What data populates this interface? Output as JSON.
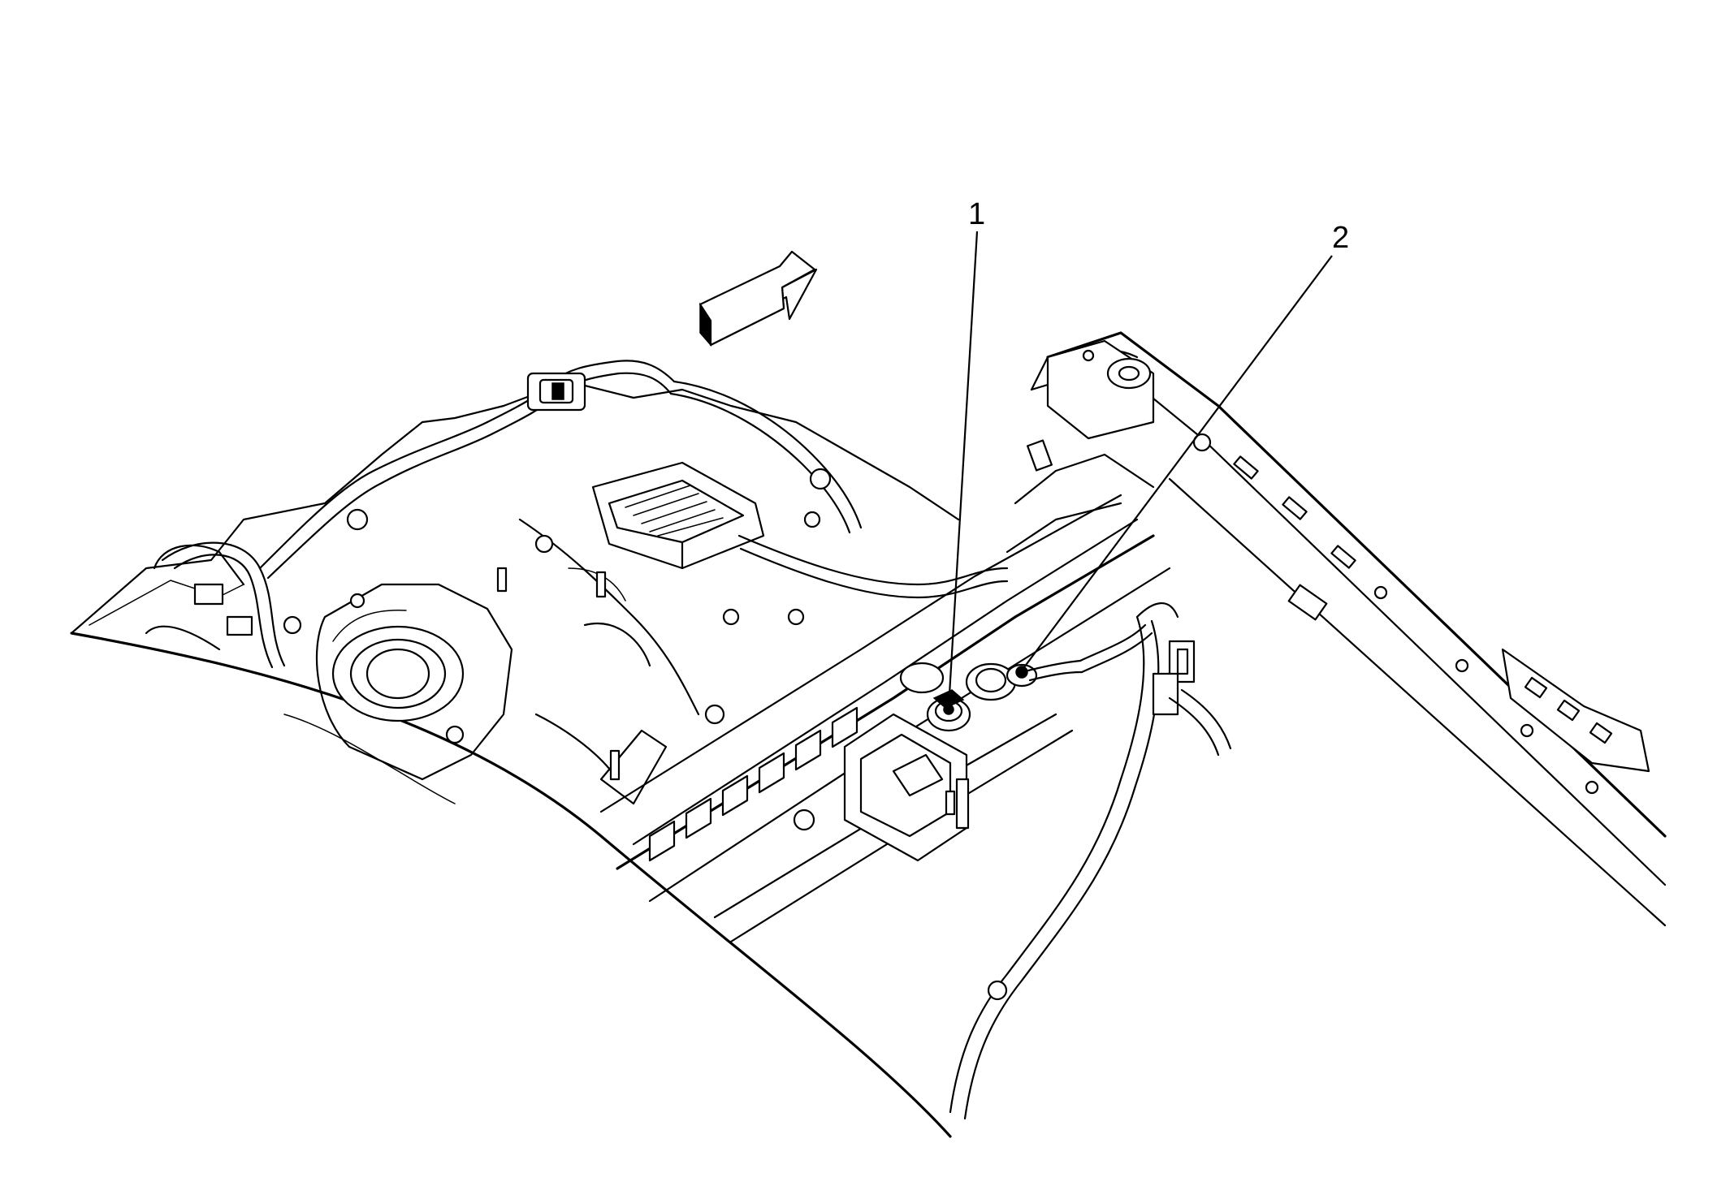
{
  "diagram": {
    "callouts": [
      {
        "id": "callout-1",
        "label": "1"
      },
      {
        "id": "callout-2",
        "label": "2"
      }
    ],
    "icons": {
      "direction_arrow": "forward-direction-arrow-icon"
    }
  }
}
